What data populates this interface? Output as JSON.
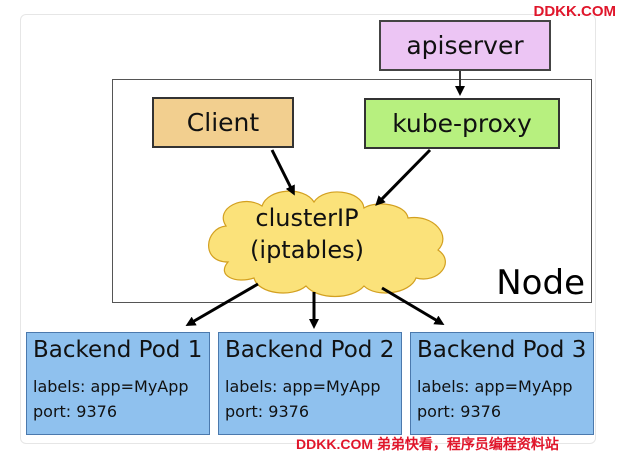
{
  "watermark": {
    "top": "DDKK.COM",
    "bottom": "DDKK.COM 弟弟快看，程序员编程资料站"
  },
  "apiserver": {
    "label": "apiserver"
  },
  "node": {
    "label": "Node"
  },
  "client": {
    "label": "Client"
  },
  "kube_proxy": {
    "label": "kube-proxy"
  },
  "cluster_ip": {
    "line1": "clusterIP",
    "line2": "(iptables)"
  },
  "pods": [
    {
      "title": "Backend Pod 1",
      "labels": "labels: app=MyApp",
      "port": "port: 9376"
    },
    {
      "title": "Backend Pod 2",
      "labels": "labels: app=MyApp",
      "port": "port: 9376"
    },
    {
      "title": "Backend Pod 3",
      "labels": "labels: app=MyApp",
      "port": "port: 9376"
    }
  ],
  "colors": {
    "apiserver": "#ecc5f4",
    "client": "#f2cf8f",
    "kube_proxy": "#b7f07f",
    "cloud": "#fbe27a",
    "pod": "#8fc1ee",
    "watermark": "#e0162b"
  }
}
